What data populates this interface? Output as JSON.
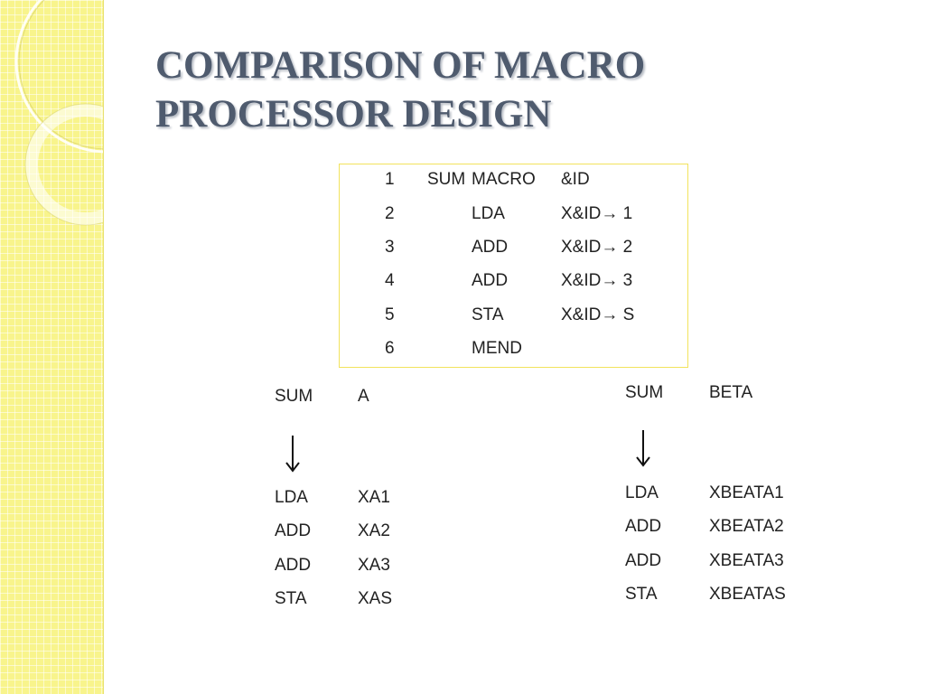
{
  "slide": {
    "title_line1": "COMPARISON OF MACRO",
    "title_line2": "PROCESSOR DESIGN"
  },
  "macro_definition": [
    {
      "num": "1",
      "label": "SUM",
      "op": "MACRO",
      "arg": "&ID"
    },
    {
      "num": "2",
      "label": "",
      "op": "LDA",
      "arg": "X&ID→ 1"
    },
    {
      "num": "3",
      "label": "",
      "op": "ADD",
      "arg": "X&ID→ 2"
    },
    {
      "num": "4",
      "label": "",
      "op": "ADD",
      "arg": "X&ID→ 3"
    },
    {
      "num": "5",
      "label": "",
      "op": "STA",
      "arg": "X&ID→ S"
    },
    {
      "num": "6",
      "label": "",
      "op": "MEND",
      "arg": ""
    }
  ],
  "expansion_left": {
    "call_op": "SUM",
    "call_arg": "A",
    "arrow_icon": "arrow-down-icon",
    "lines": [
      {
        "op": "LDA",
        "arg": "XA1"
      },
      {
        "op": "ADD",
        "arg": "XA2"
      },
      {
        "op": "ADD",
        "arg": "XA3"
      },
      {
        "op": "STA",
        "arg": "XAS"
      }
    ]
  },
  "expansion_right": {
    "call_op": "SUM",
    "call_arg": "BETA",
    "arrow_icon": "arrow-down-icon",
    "lines": [
      {
        "op": "LDA",
        "arg": "XBEATA1"
      },
      {
        "op": "ADD",
        "arg": "XBEATA2"
      },
      {
        "op": "ADD",
        "arg": "XBEATA3"
      },
      {
        "op": "STA",
        "arg": "XBEATAS"
      }
    ]
  },
  "colors": {
    "title": "#4f5b6e",
    "sidebar": "#f8f48c",
    "box_border": "#f2e35c"
  }
}
